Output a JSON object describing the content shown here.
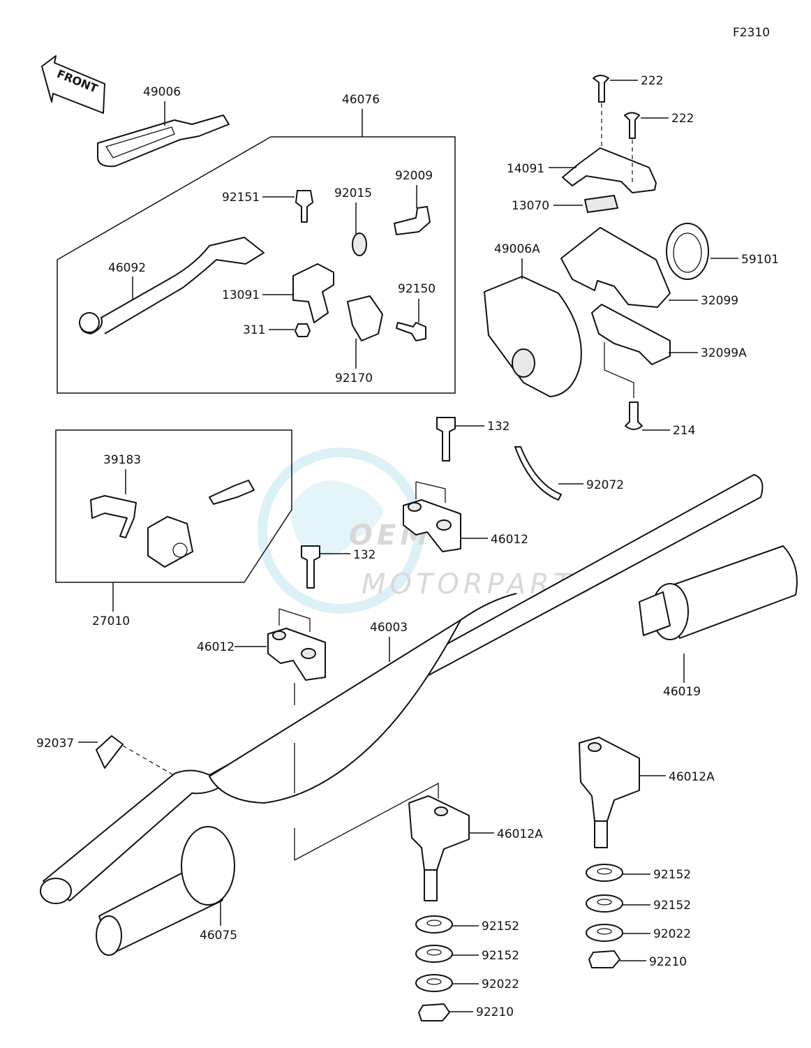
{
  "diagram_id": "F2310",
  "front_label": "FRONT",
  "watermark": {
    "brand": "OEM",
    "sub": "MOTORPARTS"
  },
  "parts": {
    "p49006": "49006",
    "p46076": "46076",
    "p92009": "92009",
    "p92151": "92151",
    "p92015": "92015",
    "p46092": "46092",
    "p13091": "13091",
    "p92150": "92150",
    "p311": "311",
    "p92170": "92170",
    "p222a": "222",
    "p222b": "222",
    "p14091": "14091",
    "p13070": "13070",
    "p49006A": "49006A",
    "p59101": "59101",
    "p32099": "32099",
    "p32099A": "32099A",
    "p214": "214",
    "p39183": "39183",
    "p27010": "27010",
    "p132a": "132",
    "p132b": "132",
    "p92072": "92072",
    "p46012a": "46012",
    "p46012b": "46012",
    "p46003": "46003",
    "p46019": "46019",
    "p92037": "92037",
    "p46012Aa": "46012A",
    "p46012Ab": "46012A",
    "p46075": "46075",
    "p92152a": "92152",
    "p92152b": "92152",
    "p92022a": "92022",
    "p92210a": "92210",
    "p92152c": "92152",
    "p92152d": "92152",
    "p92022b": "92022",
    "p92210b": "92210"
  }
}
